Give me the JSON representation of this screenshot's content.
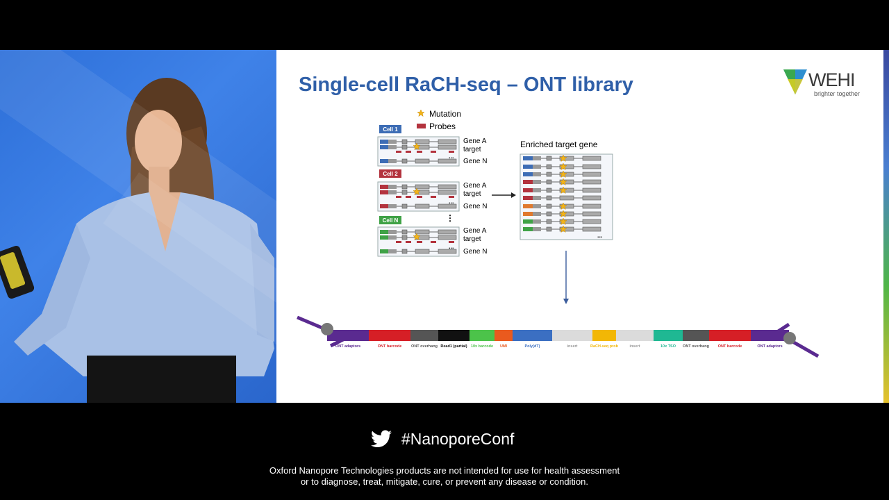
{
  "slide": {
    "title": "Single-cell RaCH-seq – ONT library",
    "logo_text": "WEHI",
    "logo_tagline": "brighter together"
  },
  "figure": {
    "legend_mutation": "Mutation",
    "legend_probes": "Probes",
    "cells": [
      "Cell 1",
      "Cell 2",
      "Cell N"
    ],
    "gene_a": "Gene A",
    "target": "target",
    "gene_n": "Gene N",
    "enriched_title": "Enriched target gene",
    "ellipsis": "..."
  },
  "library": {
    "segments": [
      {
        "label": "ONT adaptors",
        "color": "#5a2a90"
      },
      {
        "label": "ONT  barcode",
        "color": "#d61f26"
      },
      {
        "label": "ONT overhang",
        "color": "#555555"
      },
      {
        "label": "Read1 (partial)",
        "color": "#111111"
      },
      {
        "label": "10x barcode",
        "color": "#4cc34a"
      },
      {
        "label": "UMI",
        "color": "#ea5a1e"
      },
      {
        "label": "Poly(dT)",
        "color": "#3b6fc2"
      },
      {
        "label": "insert",
        "color": "#cfcfcf"
      },
      {
        "label": "RaCH-seq prob",
        "color": "#f2b705"
      },
      {
        "label": "insert",
        "color": "#cfcfcf"
      },
      {
        "label": "10x TSO",
        "color": "#1fb893"
      },
      {
        "label": "ONT overhang",
        "color": "#555555"
      },
      {
        "label": "ONT barcode",
        "color": "#d61f26"
      },
      {
        "label": "ONT adaptors",
        "color": "#5a2a90"
      }
    ]
  },
  "footer": {
    "hashtag": "#NanoporeConf",
    "disclaimer_line1": "Oxford Nanopore Technologies products are not intended for use for health assessment",
    "disclaimer_line2": "or to diagnose, treat, mitigate, cure, or prevent any disease or condition."
  }
}
